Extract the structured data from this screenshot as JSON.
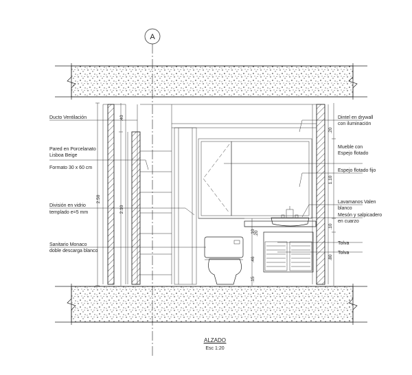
{
  "axis_marker": "A",
  "left_labels": [
    {
      "id": "ducto",
      "lines": [
        "Ducto Ventilación"
      ]
    },
    {
      "id": "pared",
      "lines": [
        "Pared en Porcelanato",
        "Lisboa Beige",
        "Formato 30 x 60 cm"
      ]
    },
    {
      "id": "division",
      "lines": [
        "División en vidrio",
        "templado e=5 mm"
      ]
    },
    {
      "id": "sanitario",
      "lines": [
        "Sanitario Monaco",
        "doble descarga blanco"
      ]
    }
  ],
  "right_labels": [
    {
      "id": "dintel",
      "lines": [
        "Dintel en drywall",
        "con iluminación"
      ]
    },
    {
      "id": "mueble",
      "lines": [
        "Mueble con",
        "Espejo flotado"
      ]
    },
    {
      "id": "espejo",
      "lines": [
        "Espejo flotado fijo"
      ]
    },
    {
      "id": "lavamanos",
      "lines": [
        "Lavamanos Valen",
        "blanco"
      ]
    },
    {
      "id": "meson",
      "lines": [
        "Mesón y salpicadero",
        "en cuarzo"
      ]
    },
    {
      "id": "tolva1",
      "lines": [
        "Tolva"
      ]
    },
    {
      "id": "tolva2",
      "lines": [
        "Tolva"
      ]
    }
  ],
  "dimensions": {
    "left_total": "2.50",
    "left_h1": ".40",
    "left_h2": "2.10",
    "right_top": ".20",
    "right_mirror": "1.10",
    "right_counter": ".10",
    "right_base": ".80",
    "center_a": ".10",
    "center_b": ".20",
    "center_c": ".46",
    "center_d": ".15"
  },
  "title_block": {
    "title": "ALZADO",
    "scale": "Esc 1:20"
  },
  "colors": {
    "ink": "#222222",
    "background": "#ffffff"
  }
}
